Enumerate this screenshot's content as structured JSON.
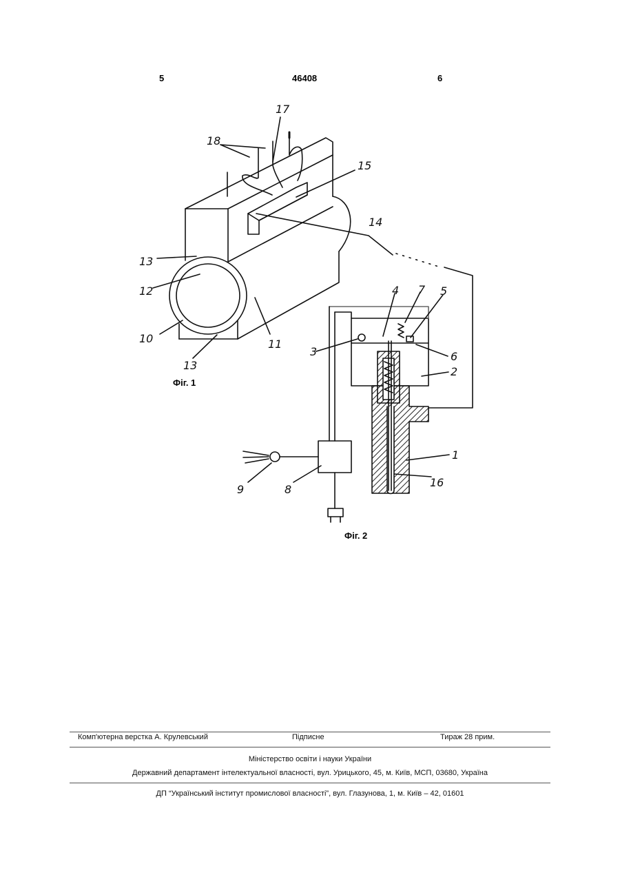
{
  "header": {
    "left_page": "5",
    "patent_number": "46408",
    "right_page": "6"
  },
  "figures": {
    "fig1": {
      "caption": "Фіг. 1",
      "labels": {
        "l10": "10",
        "l11": "11",
        "l12": "12",
        "l13a": "13",
        "l13b": "13",
        "l14": "14",
        "l15": "15",
        "l17": "17",
        "l18": "18"
      }
    },
    "fig2": {
      "caption": "Фіг. 2",
      "labels": {
        "l1": "1",
        "l2": "2",
        "l3": "3",
        "l4": "4",
        "l5": "5",
        "l6": "6",
        "l7": "7",
        "l8": "8",
        "l9": "9",
        "l16": "16"
      }
    }
  },
  "footer": {
    "layout": "Комп'ютерна верстка А. Крулевський",
    "signed": "Підписне",
    "circulation": "Тираж 28 прим.",
    "ministry": "Міністерство освіти і науки України",
    "department": "Державний департамент інтелектуальної власності, вул. Урицького, 45, м. Київ, МСП, 03680, Україна",
    "institute": "ДП “Український інститут промислової власності”, вул. Глазунова, 1, м. Київ – 42, 01601"
  }
}
